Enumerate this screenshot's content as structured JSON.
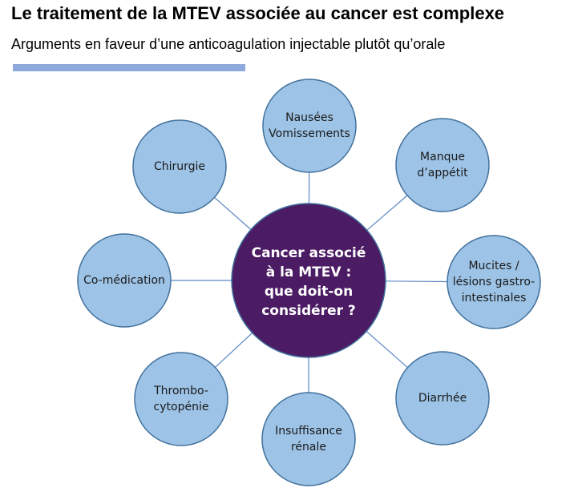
{
  "header": {
    "title": "Le traitement de la MTEV associée au cancer est complexe",
    "subtitle": "Arguments en faveur d’une anticoagulation injectable plutôt qu’orale"
  },
  "colors": {
    "accent_bar": "#8ea9db",
    "satellite_fill": "#9dc3e6",
    "satellite_stroke": "#41719c",
    "center_fill": "#4b1b63",
    "center_stroke": "#41719c",
    "connector": "#5b87c5"
  },
  "diagram": {
    "center": {
      "lines": [
        "Cancer associé",
        "à la MTEV :",
        "que doit-on",
        "considérer ?"
      ]
    },
    "satellites": [
      {
        "id": "nausees",
        "lines": [
          "Nausées",
          "Vomissements"
        ]
      },
      {
        "id": "appetit",
        "lines": [
          "Manque",
          "d’appétit"
        ]
      },
      {
        "id": "mucites",
        "lines": [
          "Mucites /",
          "lésions gastro-",
          "intestinales"
        ]
      },
      {
        "id": "diarrhee",
        "lines": [
          "Diarrhée"
        ]
      },
      {
        "id": "insuffisance",
        "lines": [
          "Insuffisance",
          "rénale"
        ]
      },
      {
        "id": "thrombo",
        "lines": [
          "Thrombo-",
          "cytopénie"
        ]
      },
      {
        "id": "comedication",
        "lines": [
          "Co-médication"
        ]
      },
      {
        "id": "chirurgie",
        "lines": [
          "Chirurgie"
        ]
      }
    ]
  }
}
